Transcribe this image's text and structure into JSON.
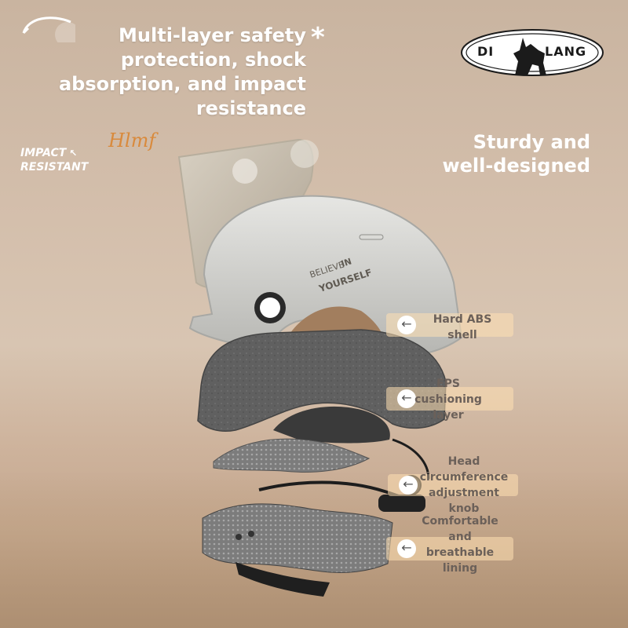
{
  "headline": {
    "lines": [
      "Multi-layer safety",
      "protection, shock",
      "absorption, and impact",
      "resistance"
    ],
    "asterisk": "*"
  },
  "brand": {
    "left": "DI",
    "right": "LANG",
    "logo_icon": "howling-wolf-icon"
  },
  "tagline": {
    "lines": [
      "Sturdy and",
      "well-designed"
    ]
  },
  "impact_badge": {
    "lines": [
      "IMPACT",
      "RESISTANT"
    ],
    "arrow": "↖"
  },
  "script_mark": "Hlmf",
  "helmet_print": {
    "line1": "BELIEVE",
    "line1b": "IN",
    "line2": "YOURSELF"
  },
  "callouts": [
    {
      "icon": "arrow-left-icon",
      "lines": [
        "Hard ABS",
        "shell"
      ]
    },
    {
      "icon": "arrow-left-icon",
      "lines": [
        "EPS",
        "cushioning",
        "layer"
      ]
    },
    {
      "icon": "arrow-left-icon",
      "lines": [
        "Head",
        "circumference",
        "adjustment",
        "knob"
      ]
    },
    {
      "icon": "arrow-left-icon",
      "lines": [
        "Comfortable",
        "and",
        "breathable",
        "lining"
      ]
    }
  ],
  "colors": {
    "background": "#d4bfac",
    "headline_text": "#ffffff",
    "callout_bg": "#ffe0b2",
    "callout_text": "#6b6059",
    "accent_script": "#d98a3c",
    "shell": "#c9c9c6",
    "foam": "#5a5a5a"
  }
}
